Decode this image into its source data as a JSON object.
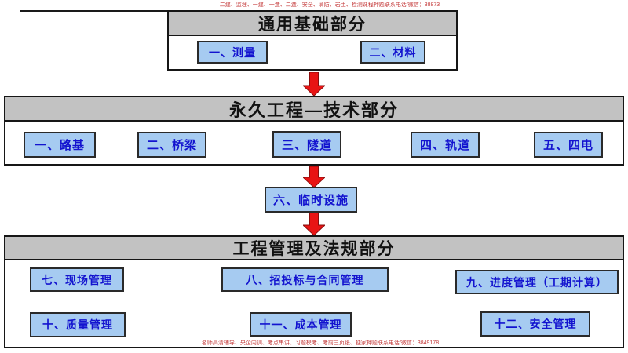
{
  "colors": {
    "band-gray": "#c2c2c2",
    "panel-border": "#161616",
    "box-blue-bg": "#a6cbf1",
    "box-blue-text": "#1313cf",
    "arrow-red": "#e81414",
    "arrow-outline": "#8a0c0c",
    "watermark-red": "#c43a3a"
  },
  "watermarks": {
    "top": "二建、监理、一建、一造、二造、安全、消防、岩土、检测课程押题联系电话/微信：38873",
    "bottom": "名师高清辅导、央企内训、考点串讲、习题模考、考前三页纸、独家押题联系电话/微信：3849178"
  },
  "sections": {
    "general": {
      "title": "通用基础部分",
      "items": [
        {
          "label": "一、测量"
        },
        {
          "label": "二、材料"
        }
      ]
    },
    "permanent": {
      "title": "永久工程—技术部分",
      "items": [
        {
          "label": "一、路基"
        },
        {
          "label": "二、桥梁"
        },
        {
          "label": "三、隧道"
        },
        {
          "label": "四、轨道"
        },
        {
          "label": "五、四电"
        }
      ]
    },
    "temporary": {
      "label": "六、临时设施"
    },
    "management": {
      "title": "工程管理及法规部分",
      "items": [
        {
          "label": "七、现场管理"
        },
        {
          "label": "八、招投标与合同管理"
        },
        {
          "label": "九、进度管理（工期计算）"
        },
        {
          "label": "十、质量管理"
        },
        {
          "label": "十一、成本管理"
        },
        {
          "label": "十二、安全管理"
        }
      ]
    }
  }
}
